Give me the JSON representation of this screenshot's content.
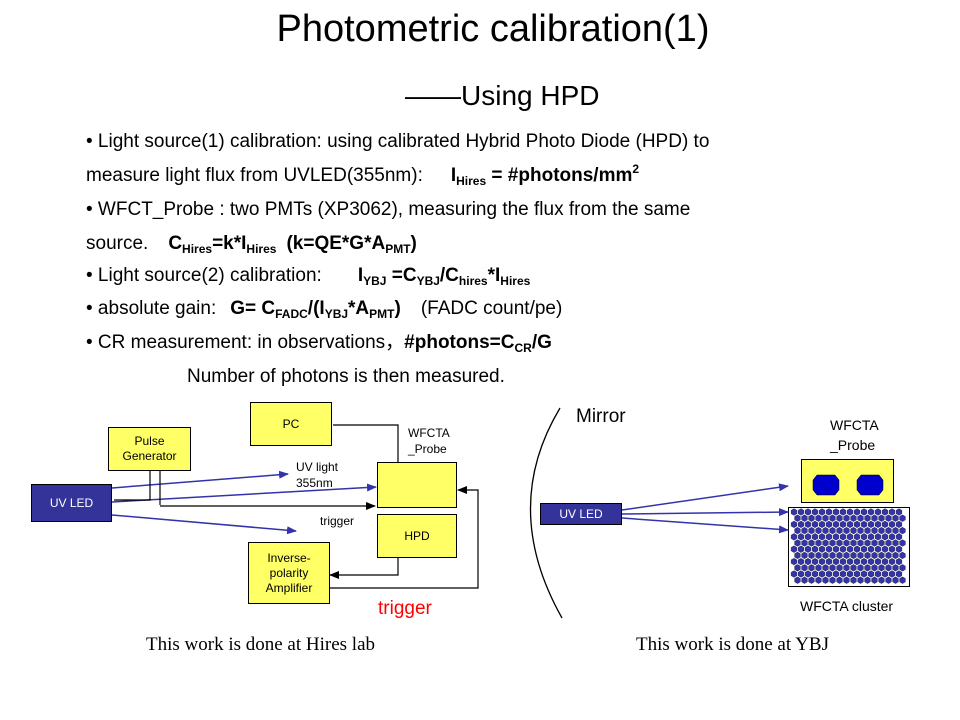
{
  "title": "Photometric calibration(1)",
  "subtitle": "——Using HPD",
  "bullets": {
    "b1": {
      "line1": "• Light source(1) calibration: using calibrated Hybrid Photo Diode (HPD) to",
      "line2_text": "measure light flux from UVLED(355nm):",
      "formula_I": "I",
      "formula_Isub": "Hires",
      "formula_rest": " = #photons/mm",
      "formula_sup": "2"
    },
    "b2": {
      "line1": "• WFCT_Probe : two PMTs (XP3062), measuring the flux from the same",
      "line2_text": "source.",
      "f_C": "C",
      "f_Csub": "Hires",
      "f_mid": "=k*I",
      "f_Isub": "Hires",
      "f_k": "(k=QE*G*A",
      "f_ksub": "PMT",
      "f_kend": ")"
    },
    "b3": {
      "text": "• Light source(2) calibration:",
      "f_I": "I",
      "f_Isub": "YBJ",
      "f_eq": " =C",
      "f_Csub": "YBJ",
      "f_div": "/C",
      "f_hsub": "hires",
      "f_mul": "*I",
      "f_Hsub": "Hires"
    },
    "b4": {
      "text": "• absolute gain:",
      "f_G": "G= C",
      "f_Gsub": "FADC",
      "f_div": "/(I",
      "f_Isub": "YBJ",
      "f_mul": "*A",
      "f_Asub": "PMT",
      "f_end": ")",
      "unit": "(FADC count/pe)"
    },
    "b5": {
      "text": "• CR measurement: in observations，",
      "f_n": "#photons=C",
      "f_sub": "CR",
      "f_end": "/G"
    },
    "b6": "Number of photons is then measured."
  },
  "left_diagram": {
    "pc": "PC",
    "pulse_generator": "Pulse Generator",
    "uv_led": "UV LED",
    "uv_light": "UV light 355nm",
    "trigger_small": "trigger",
    "wfcta_probe": "WFCTA _Probe",
    "hpd": "HPD",
    "amplifier": "Inverse-polarity Amplifier",
    "trigger_red": "trigger",
    "caption": "This work is done at Hires lab"
  },
  "right_diagram": {
    "mirror": "Mirror",
    "uv_led": "UV LED",
    "wfcta_probe": "WFCTA _Probe",
    "cluster": "WFCTA cluster",
    "caption": "This work is done at YBJ"
  },
  "colors": {
    "yellow": "#ffff66",
    "navy": "#333399",
    "pmt_blue": "#0000cc",
    "arrow_blue": "#3333aa",
    "trigger_red": "#ff0000"
  }
}
